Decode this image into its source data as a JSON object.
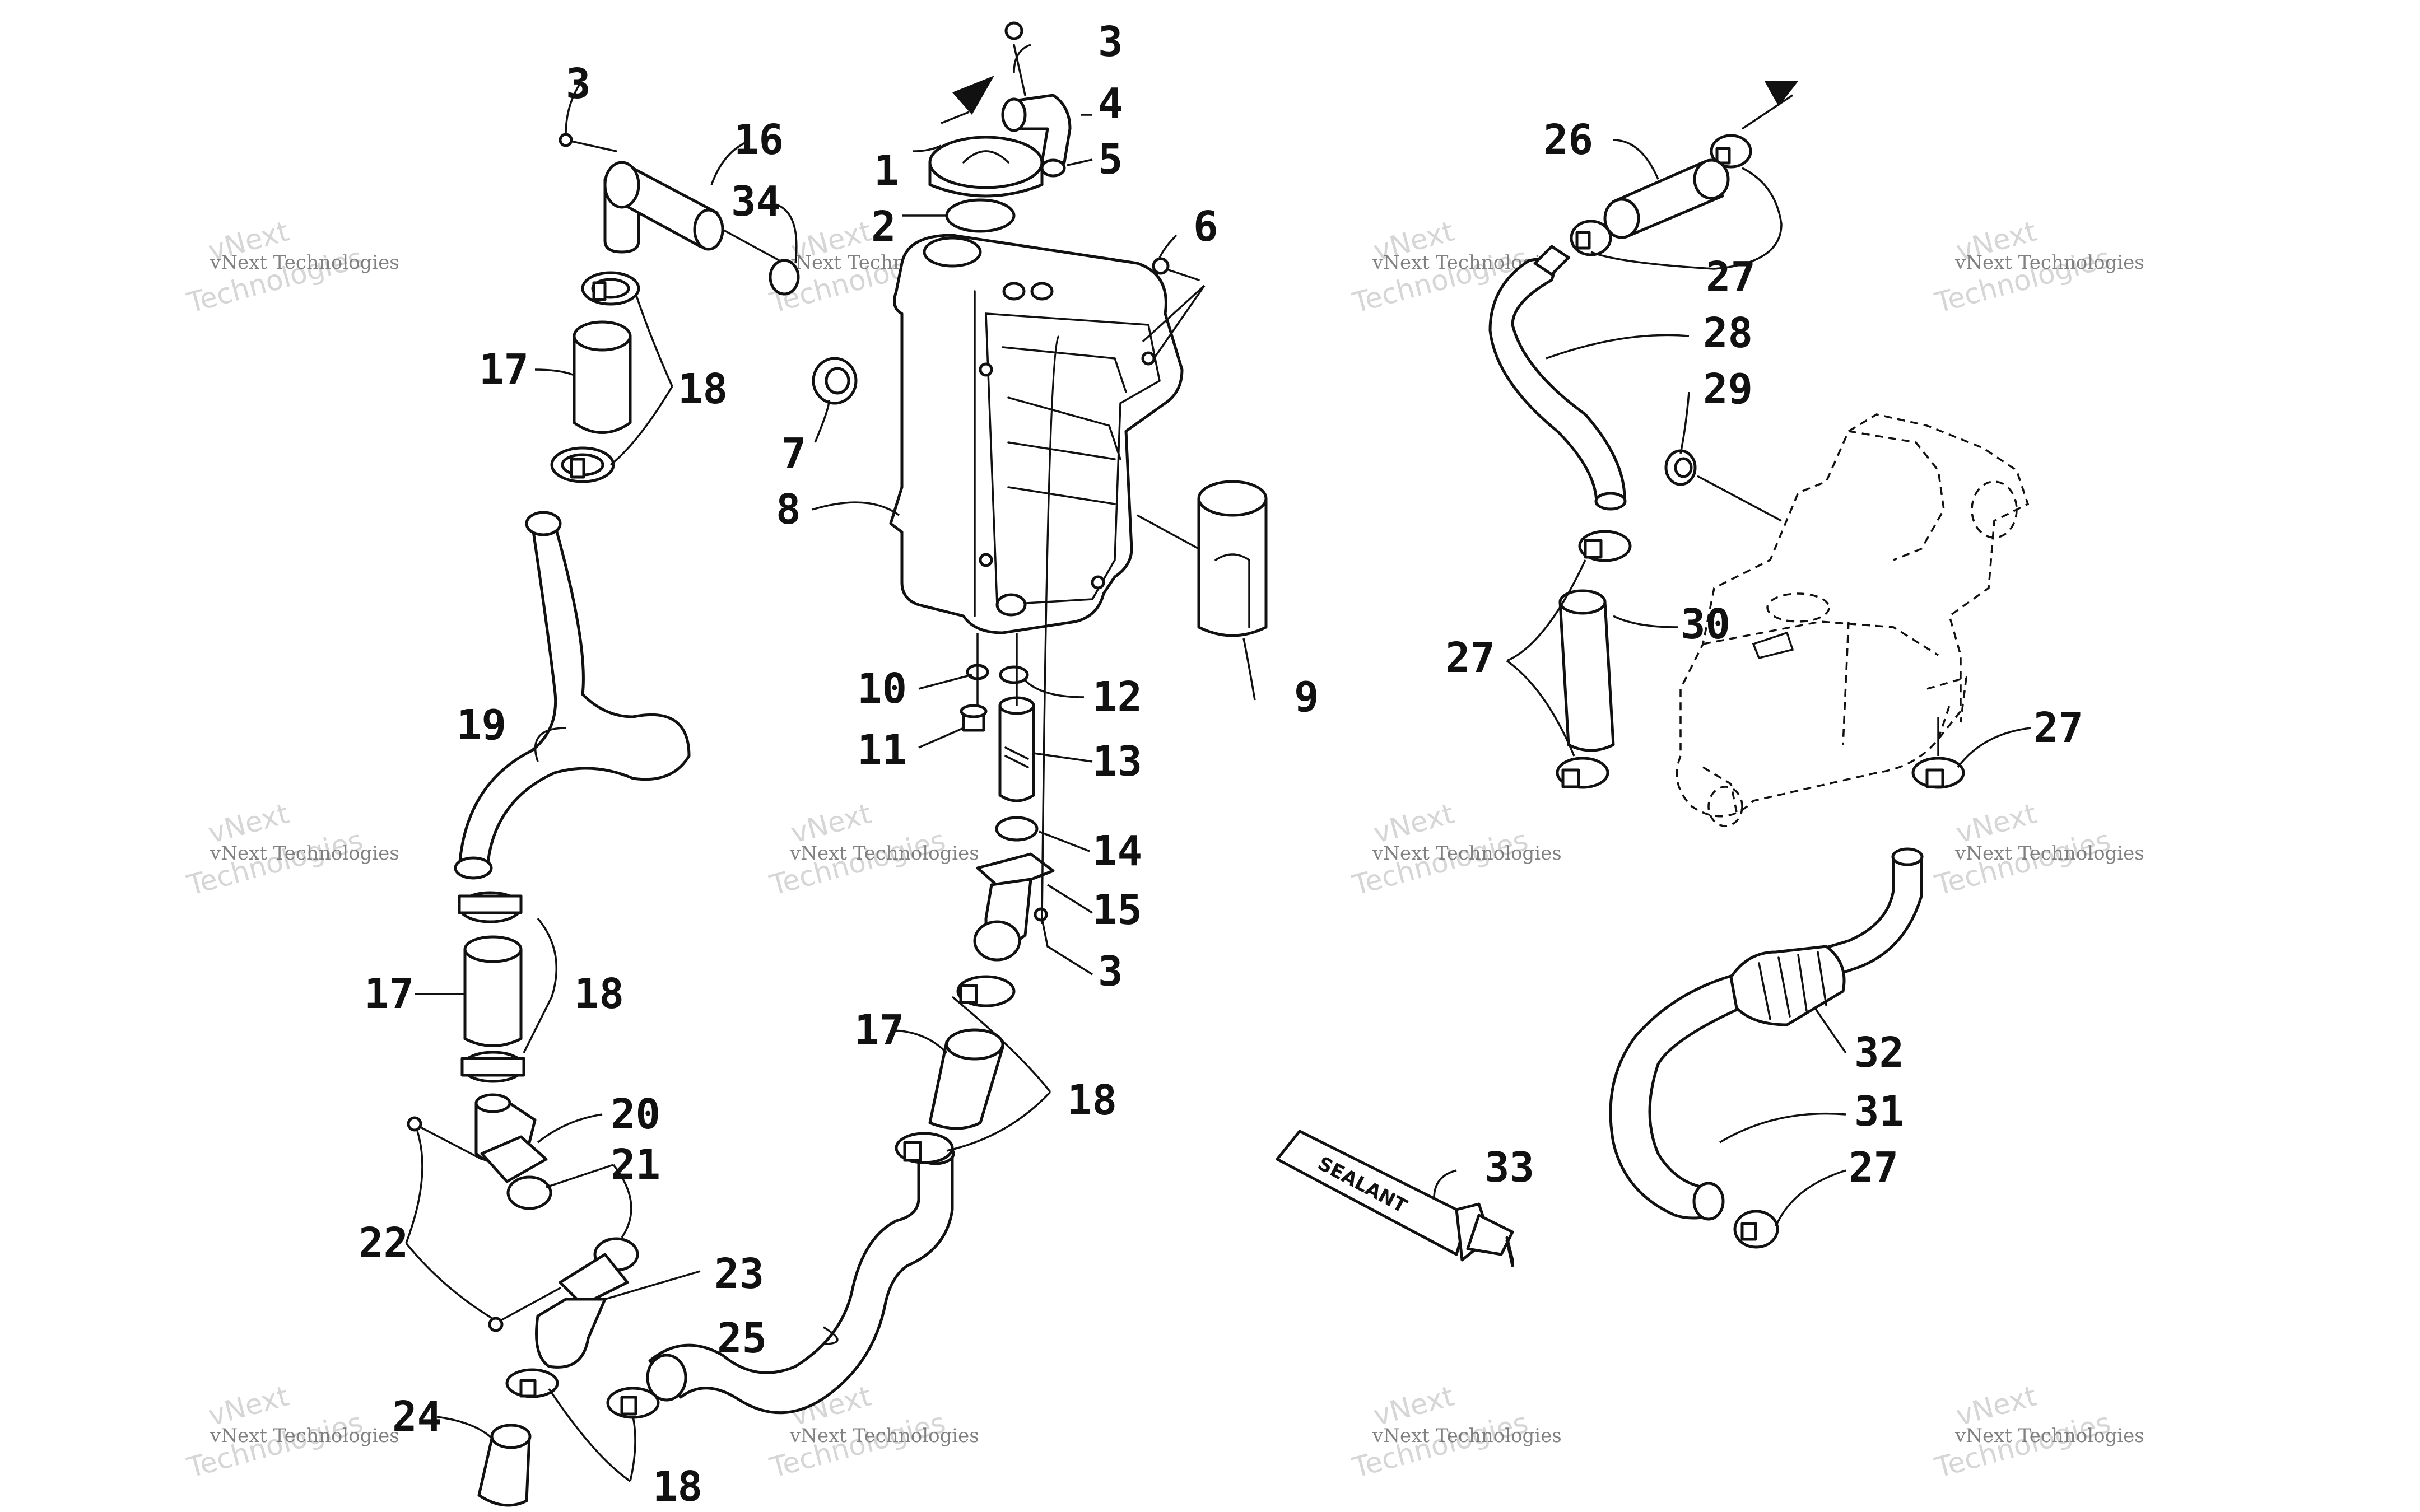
{
  "callouts": [
    {
      "id": "1",
      "label": "1"
    },
    {
      "id": "2",
      "label": "2"
    },
    {
      "id": "3a",
      "label": "3"
    },
    {
      "id": "3b",
      "label": "3"
    },
    {
      "id": "3c",
      "label": "3"
    },
    {
      "id": "4",
      "label": "4"
    },
    {
      "id": "5",
      "label": "5"
    },
    {
      "id": "6",
      "label": "6"
    },
    {
      "id": "7",
      "label": "7"
    },
    {
      "id": "8",
      "label": "8"
    },
    {
      "id": "9",
      "label": "9"
    },
    {
      "id": "10",
      "label": "10"
    },
    {
      "id": "11",
      "label": "11"
    },
    {
      "id": "12",
      "label": "12"
    },
    {
      "id": "13",
      "label": "13"
    },
    {
      "id": "14",
      "label": "14"
    },
    {
      "id": "15",
      "label": "15"
    },
    {
      "id": "16",
      "label": "16"
    },
    {
      "id": "17a",
      "label": "17"
    },
    {
      "id": "17b",
      "label": "17"
    },
    {
      "id": "17c",
      "label": "17"
    },
    {
      "id": "18a",
      "label": "18"
    },
    {
      "id": "18b",
      "label": "18"
    },
    {
      "id": "18c",
      "label": "18"
    },
    {
      "id": "18d",
      "label": "18"
    },
    {
      "id": "19",
      "label": "19"
    },
    {
      "id": "20",
      "label": "20"
    },
    {
      "id": "21",
      "label": "21"
    },
    {
      "id": "22",
      "label": "22"
    },
    {
      "id": "23",
      "label": "23"
    },
    {
      "id": "24",
      "label": "24"
    },
    {
      "id": "25",
      "label": "25"
    },
    {
      "id": "26",
      "label": "26"
    },
    {
      "id": "27a",
      "label": "27"
    },
    {
      "id": "27b",
      "label": "27"
    },
    {
      "id": "27c",
      "label": "27"
    },
    {
      "id": "27d",
      "label": "27"
    },
    {
      "id": "28",
      "label": "28"
    },
    {
      "id": "29",
      "label": "29"
    },
    {
      "id": "30",
      "label": "30"
    },
    {
      "id": "31",
      "label": "31"
    },
    {
      "id": "32",
      "label": "32"
    },
    {
      "id": "33",
      "label": "33"
    },
    {
      "id": "34",
      "label": "34"
    }
  ],
  "sealant_label": "SEALANT",
  "watermark": {
    "line1": "vNext Technologies",
    "line2": "vNext",
    "line3": "Technologies"
  }
}
